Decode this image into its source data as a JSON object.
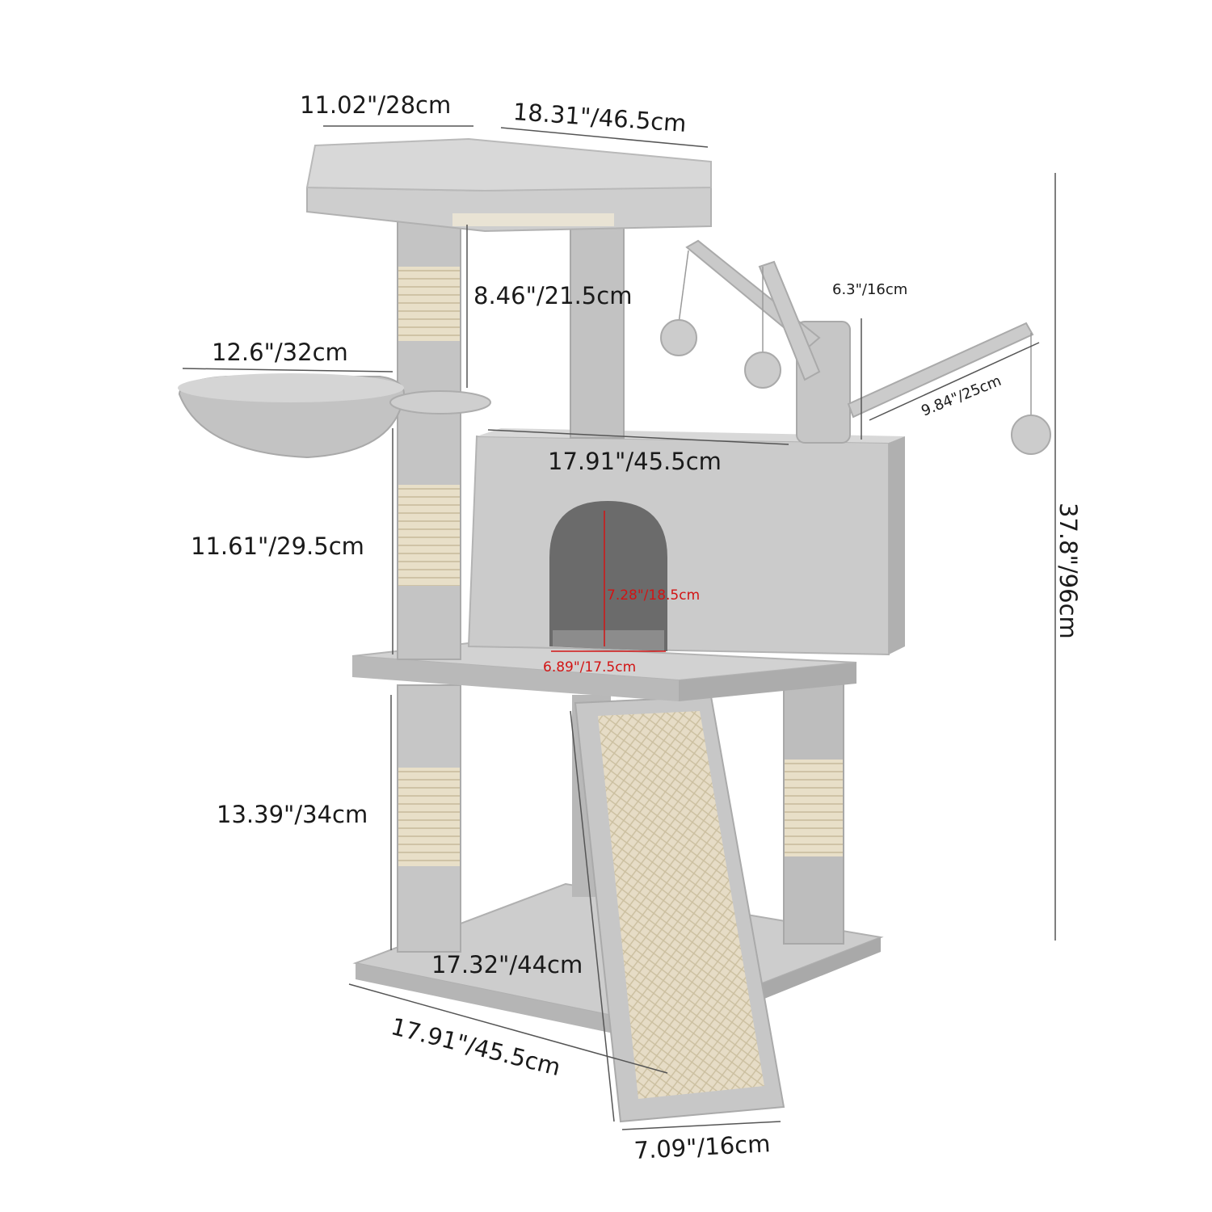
{
  "product": {
    "name": "Cat tree with scratching posts, condo, basket, top perch, dangling pom-pom toys and sisal scratching ramp",
    "colors": {
      "plush": "#c9c9c9",
      "plush_dark": "#a8a8a8",
      "plush_light": "#dcdcdc",
      "sisal": "#e6dcc4",
      "dimension_text": "#1a1a1a",
      "dimension_text_accent": "#d21414",
      "dimension_lines": "#555555"
    }
  },
  "dimensions": {
    "top_perch_depth": "11.02\"/28cm",
    "top_perch_width": "18.31\"/46.5cm",
    "top_post_height": "8.46\"/21.5cm",
    "basket_diameter": "12.6\"/32cm",
    "toy_post_width": "6.3\"/16cm",
    "toy_arm_length": "9.84\"/25cm",
    "condo_width": "17.91\"/45.5cm",
    "overall_height": "37.8\"/96cm",
    "middle_post_height": "11.61\"/29.5cm",
    "doorway_height": "7.28\"/18.5cm",
    "doorway_width": "6.89\"/17.5cm",
    "lower_post_height": "13.39\"/34cm",
    "base_depth": "17.32\"/44cm",
    "base_width": "17.91\"/45.5cm",
    "ramp_width": "7.09\"/16cm"
  }
}
